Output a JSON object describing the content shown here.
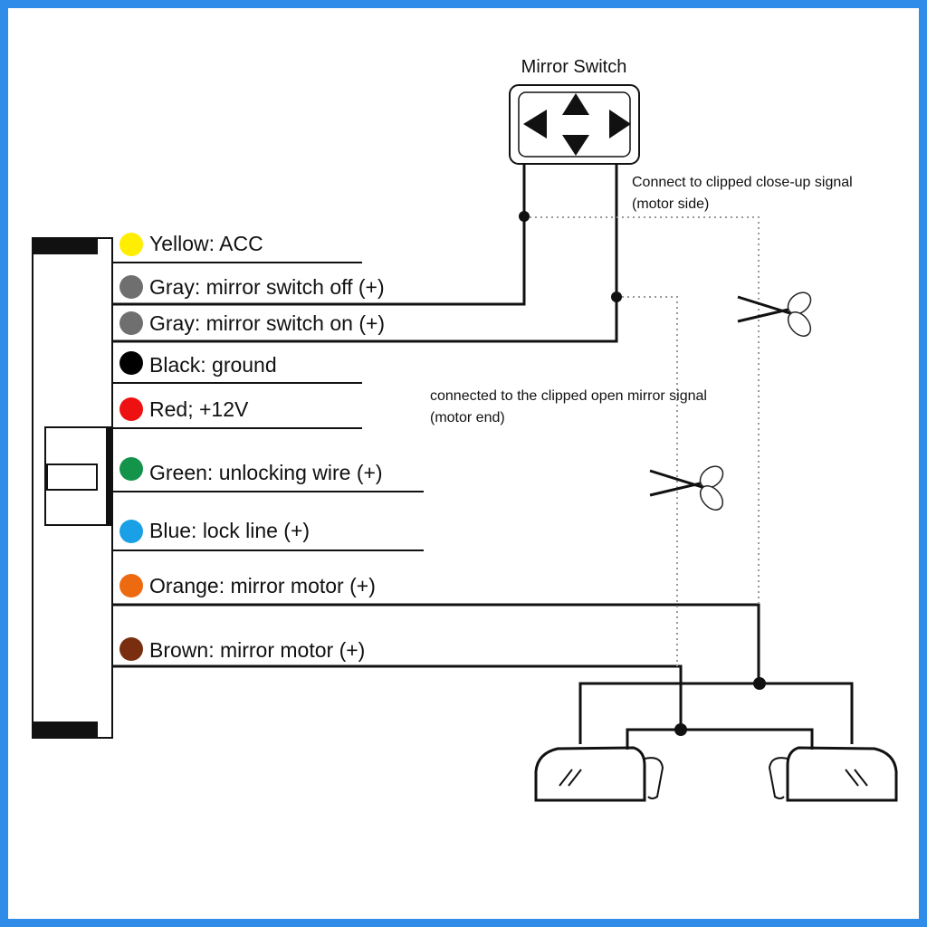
{
  "switch": {
    "title": "Mirror Switch"
  },
  "wires": [
    {
      "label": "Yellow: ACC",
      "color": "#ffee00"
    },
    {
      "label": "Gray: mirror switch off (+)",
      "color": "#6f6f6f"
    },
    {
      "label": "Gray: mirror switch on (+)",
      "color": "#6f6f6f"
    },
    {
      "label": "Black: ground",
      "color": "#000000"
    },
    {
      "label": "Red; +12V",
      "color": "#ee1111"
    },
    {
      "label": "Green: unlocking wire (+)",
      "color": "#13944a"
    },
    {
      "label": "Blue: lock line (+)",
      "color": "#1aa0e6"
    },
    {
      "label": "Orange: mirror motor (+)",
      "color": "#ee6a10"
    },
    {
      "label": "Brown: mirror motor (+)",
      "color": "#7a2e10"
    }
  ],
  "notes": {
    "close_line1": "Connect to clipped close-up signal",
    "close_line2": "(motor side)",
    "open_line1": "connected to the clipped open mirror signal",
    "open_line2": "(motor end)"
  },
  "icons": [
    "scissors-icon",
    "scissors-icon",
    "arrow-up-icon",
    "arrow-down-icon",
    "arrow-left-icon",
    "arrow-right-icon",
    "side-mirror-icon",
    "side-mirror-icon"
  ]
}
